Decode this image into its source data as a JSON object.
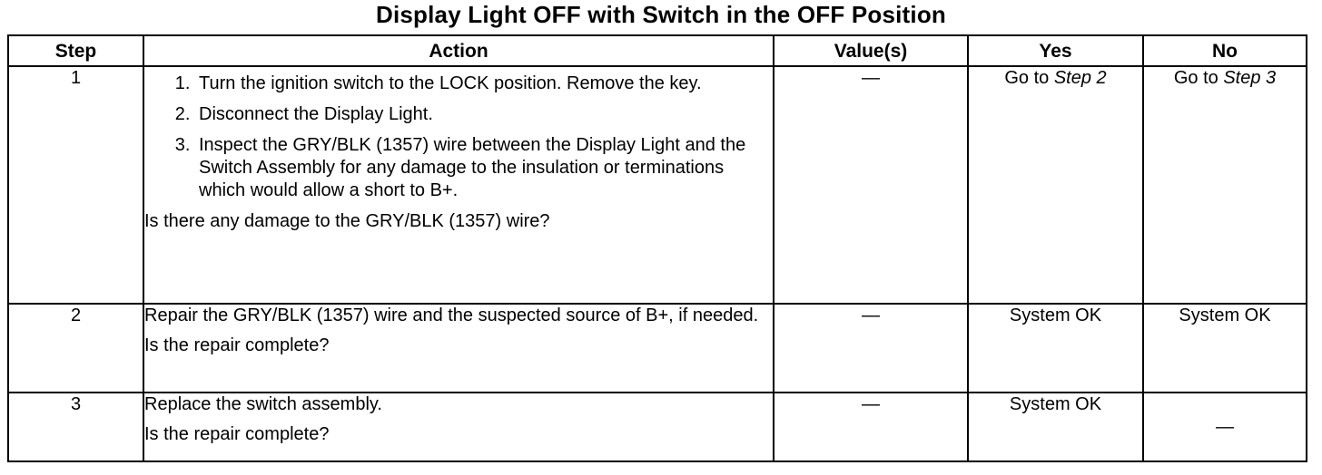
{
  "title": "Display Light OFF with Switch in the OFF Position",
  "columns": {
    "step": "Step",
    "action": "Action",
    "values": "Value(s)",
    "yes": "Yes",
    "no": "No"
  },
  "rows": [
    {
      "step": "1",
      "substeps": [
        "Turn the ignition switch to the LOCK position. Remove the key.",
        "Disconnect the Display Light.",
        "Inspect the GRY/BLK (1357) wire between the Display Light and the Switch Assembly for any damage to the insulation or terminations which would allow a short to B+."
      ],
      "question": "Is there any damage to the GRY/BLK (1357) wire?",
      "value": "—",
      "yes": {
        "prefix": "Go to ",
        "ref": "Step 2"
      },
      "no": {
        "prefix": "Go to ",
        "ref": "Step 3"
      }
    },
    {
      "step": "2",
      "action": "Repair the GRY/BLK (1357) wire and the suspected source of B+, if needed.",
      "question": "Is the repair complete?",
      "value": "—",
      "yes": "System OK",
      "no": "System OK"
    },
    {
      "step": "3",
      "action": "Replace the switch assembly.",
      "question": "Is the repair complete?",
      "value": "—",
      "yes": "System OK",
      "no": "—"
    }
  ]
}
